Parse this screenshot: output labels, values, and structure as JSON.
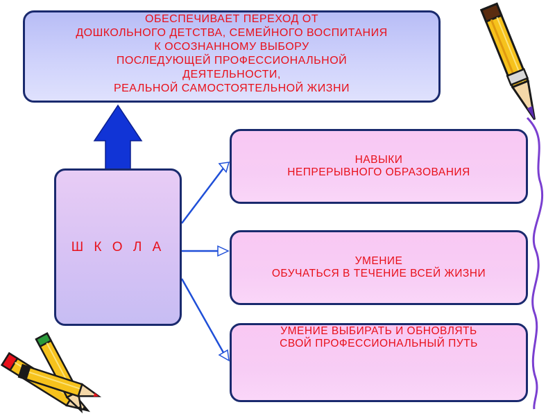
{
  "top_box": {
    "lines": [
      "ОБЕСПЕЧИВАЕТ ПЕРЕХОД ОТ",
      "ДОШКОЛЬНОГО ДЕТСТВА, СЕМЕЙНОГО ВОСПИТАНИЯ",
      "К ОСОЗНАННОМУ ВЫБОРУ",
      "ПОСЛЕДУЮЩЕЙ ПРОФЕССИОНАЛЬНОЙ",
      "ДЕЯТЕЛЬНОСТИ,",
      "РЕАЛЬНОЙ САМОСТОЯТЕЛЬНОЙ ЖИЗНИ"
    ]
  },
  "school_box": {
    "label": "Ш К О Л А"
  },
  "right_boxes": [
    {
      "lines": [
        "НАВЫКИ",
        "НЕПРЕРЫВНОГО ОБРАЗОВАНИЯ"
      ]
    },
    {
      "lines": [
        "УМЕНИЕ",
        "ОБУЧАТЬСЯ В ТЕЧЕНИЕ ВСЕЙ ЖИЗНИ"
      ]
    },
    {
      "lines": [
        "УМЕНИЕ ВЫБИРАТЬ И ОБНОВЛЯТЬ",
        "СВОЙ ПРОФЕССИОНАЛЬНЫЙ ПУТЬ"
      ]
    }
  ],
  "colors": {
    "text": "#e8101a",
    "border": "#1a2a6e",
    "up_arrow": "#1134d6",
    "connector": "#1f4fd8",
    "pencil_body": "#f6c21c",
    "squiggle": "#7a3fd0"
  },
  "icons": [
    "pencil-icon",
    "pencils-icon",
    "squiggle-decoration"
  ]
}
